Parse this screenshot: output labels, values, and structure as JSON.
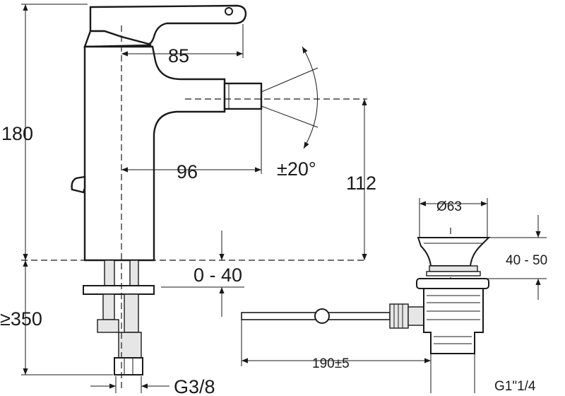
{
  "dimensions": {
    "height_total": "180",
    "lever_reach": "85",
    "spout_reach": "96",
    "spout_height": "112",
    "swivel_angle": "±20°",
    "deck_thickness": "0 - 40",
    "hose_length": "≥350",
    "inlet_thread": "G3/8",
    "waste_diameter": "Ø63",
    "plug_height": "40 - 50",
    "rod_length": "190±5",
    "waste_thread": "G1\"1/4"
  },
  "colors": {
    "line": "#1a1a1a",
    "background": "#ffffff"
  }
}
